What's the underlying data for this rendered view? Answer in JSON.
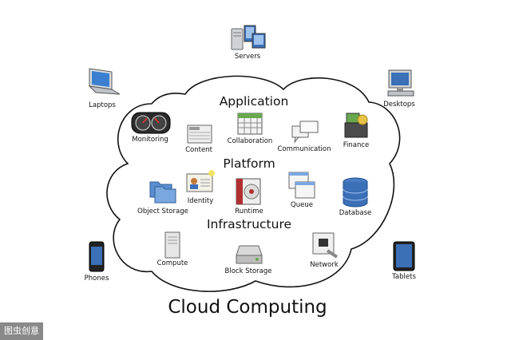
{
  "title": "Cloud Computing",
  "watermark": "图虫创意",
  "devices": {
    "servers": {
      "label": "Servers",
      "icon": "servers-icon"
    },
    "laptops": {
      "label": "Laptops",
      "icon": "laptop-icon"
    },
    "desktops": {
      "label": "Desktops",
      "icon": "desktop-icon"
    },
    "phones": {
      "label": "Phones",
      "icon": "phone-icon"
    },
    "tablets": {
      "label": "Tablets",
      "icon": "tablet-icon"
    }
  },
  "layers": {
    "application": {
      "label": "Application",
      "items": [
        {
          "label": "Monitoring",
          "icon": "gauges-icon"
        },
        {
          "label": "Content",
          "icon": "newspaper-icon"
        },
        {
          "label": "Collaboration",
          "icon": "calendar-icon"
        },
        {
          "label": "Communication",
          "icon": "speech-bubbles-icon"
        },
        {
          "label": "Finance",
          "icon": "cash-register-icon"
        }
      ]
    },
    "platform": {
      "label": "Platform",
      "items": [
        {
          "label": "Object Storage",
          "icon": "folders-icon"
        },
        {
          "label": "Identity",
          "icon": "id-card-icon"
        },
        {
          "label": "Runtime",
          "icon": "runtime-disc-icon"
        },
        {
          "label": "Queue",
          "icon": "windows-icon"
        },
        {
          "label": "Database",
          "icon": "database-icon"
        }
      ]
    },
    "infrastructure": {
      "label": "Infrastructure",
      "items": [
        {
          "label": "Compute",
          "icon": "tower-server-icon"
        },
        {
          "label": "Block Storage",
          "icon": "hard-drive-icon"
        },
        {
          "label": "Network",
          "icon": "network-jack-icon"
        }
      ]
    }
  },
  "colors": {
    "cloud_outline": "#111111",
    "icon_blue": "#3b6fb6",
    "icon_grey": "#9a9a9a",
    "watermark_bg": "#7d7d7d"
  }
}
